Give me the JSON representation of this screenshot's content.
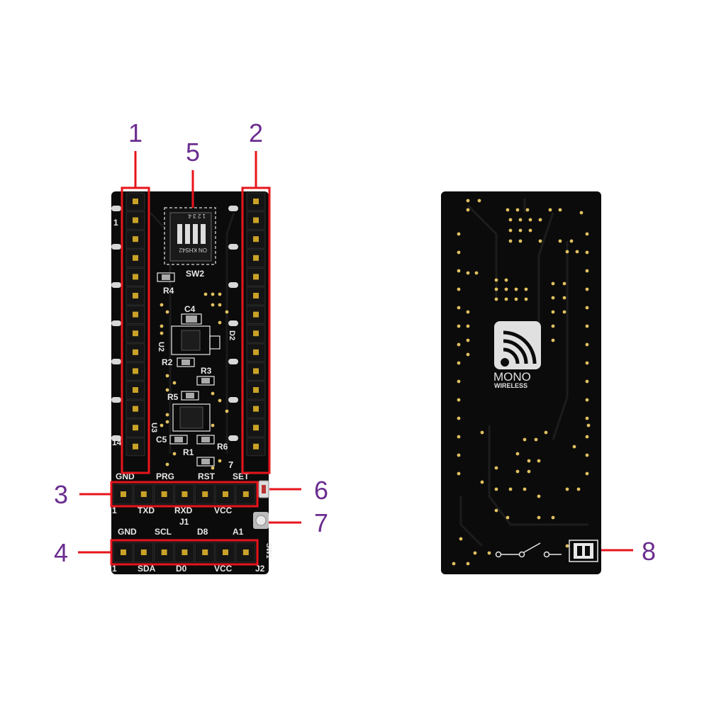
{
  "callouts": {
    "c1": "1",
    "c2": "2",
    "c3": "3",
    "c4": "4",
    "c5": "5",
    "c6": "6",
    "c7": "7",
    "c8": "8"
  },
  "front_board": {
    "pin_row_top_left": "1",
    "pin_row_bottom_left": "14",
    "sw_label": "SW2",
    "sw_chip_text": "ON KHS42",
    "sw_numbers": "1 2 3 4",
    "r4": "R4",
    "c4": "C4",
    "u2": "U2",
    "d2": "D2",
    "r2": "R2",
    "r3": "R3",
    "r5": "R5",
    "u3": "U3",
    "c5": "C5",
    "r6": "R6",
    "r1": "R1",
    "pin7": "7",
    "j1_top": [
      "GND",
      "PRG",
      "RST",
      "SET"
    ],
    "j1_bottom": [
      "1",
      "TXD",
      "RXD",
      "VCC"
    ],
    "j1_label": "J1",
    "j2_top": [
      "GND",
      "SCL",
      "D8",
      "A1"
    ],
    "j2_bottom": [
      "1",
      "SDA",
      "D0",
      "VCC"
    ],
    "j2_label": "J2",
    "sw_side": "SW1"
  },
  "back_board": {
    "logo_line1": "MONO",
    "logo_line2": "WIRELESS"
  },
  "colors": {
    "callout": "#6b2d8f",
    "box": "#e8141c",
    "pcb": "#0b0b0b",
    "silk": "#e8e8e8",
    "pad": "#c9a227"
  }
}
